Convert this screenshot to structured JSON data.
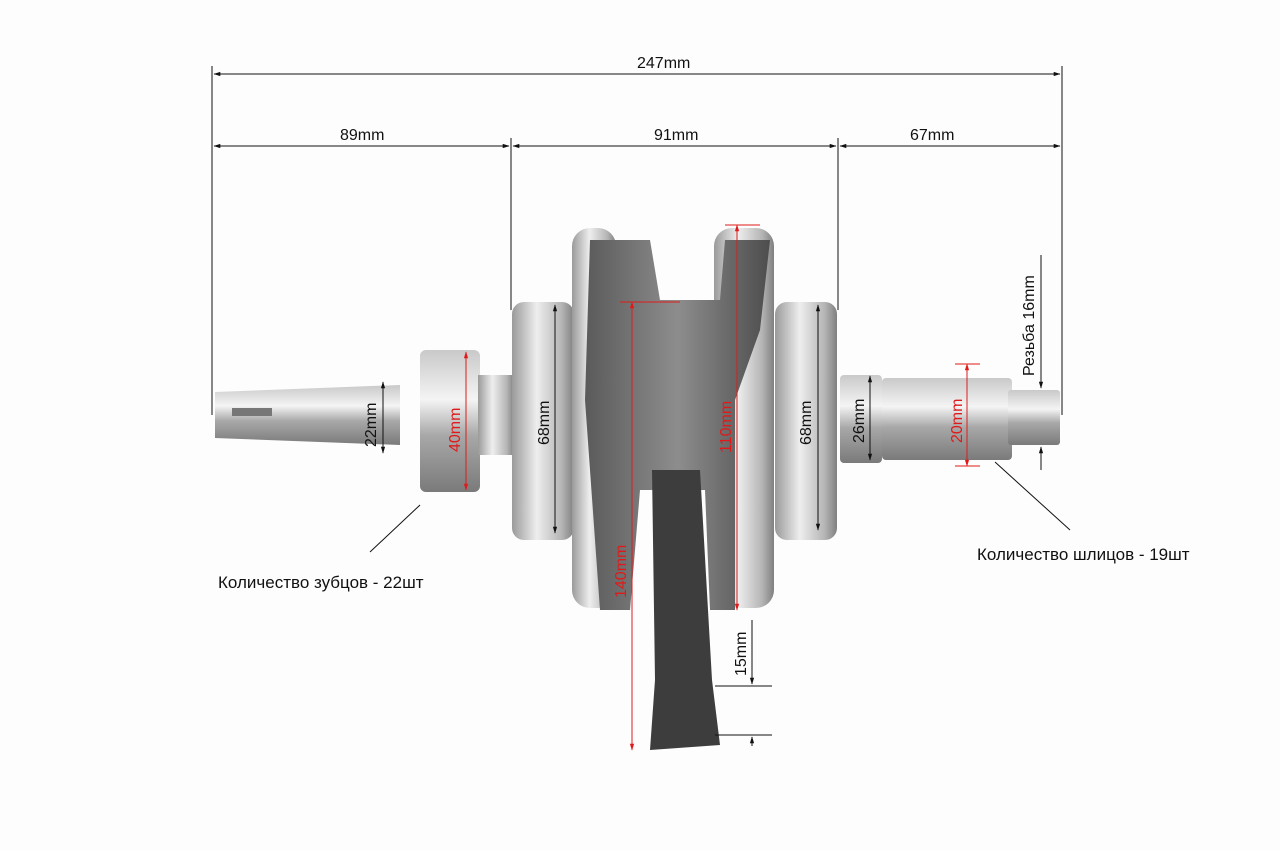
{
  "dimensions": {
    "overall_length": "247mm",
    "left_shaft_length": "89mm",
    "crank_width": "91mm",
    "right_shaft_length": "67mm",
    "left_shaft_diameter": "22mm",
    "gear_diameter": "40mm",
    "left_bearing_diameter": "68mm",
    "rod_length": "140mm",
    "flywheel_diameter": "110mm",
    "right_bearing_diameter": "68mm",
    "right_collar_diameter": "26mm",
    "spline_diameter": "20mm",
    "thread": "Резьба 16mm",
    "small_end_width": "15mm"
  },
  "callouts": {
    "gear_teeth": "Количество зубцов - 22шт",
    "splines": "Количество шлицов - 19шт"
  },
  "colors": {
    "dimension_line": "#111111",
    "highlight": "#e01a1a"
  }
}
